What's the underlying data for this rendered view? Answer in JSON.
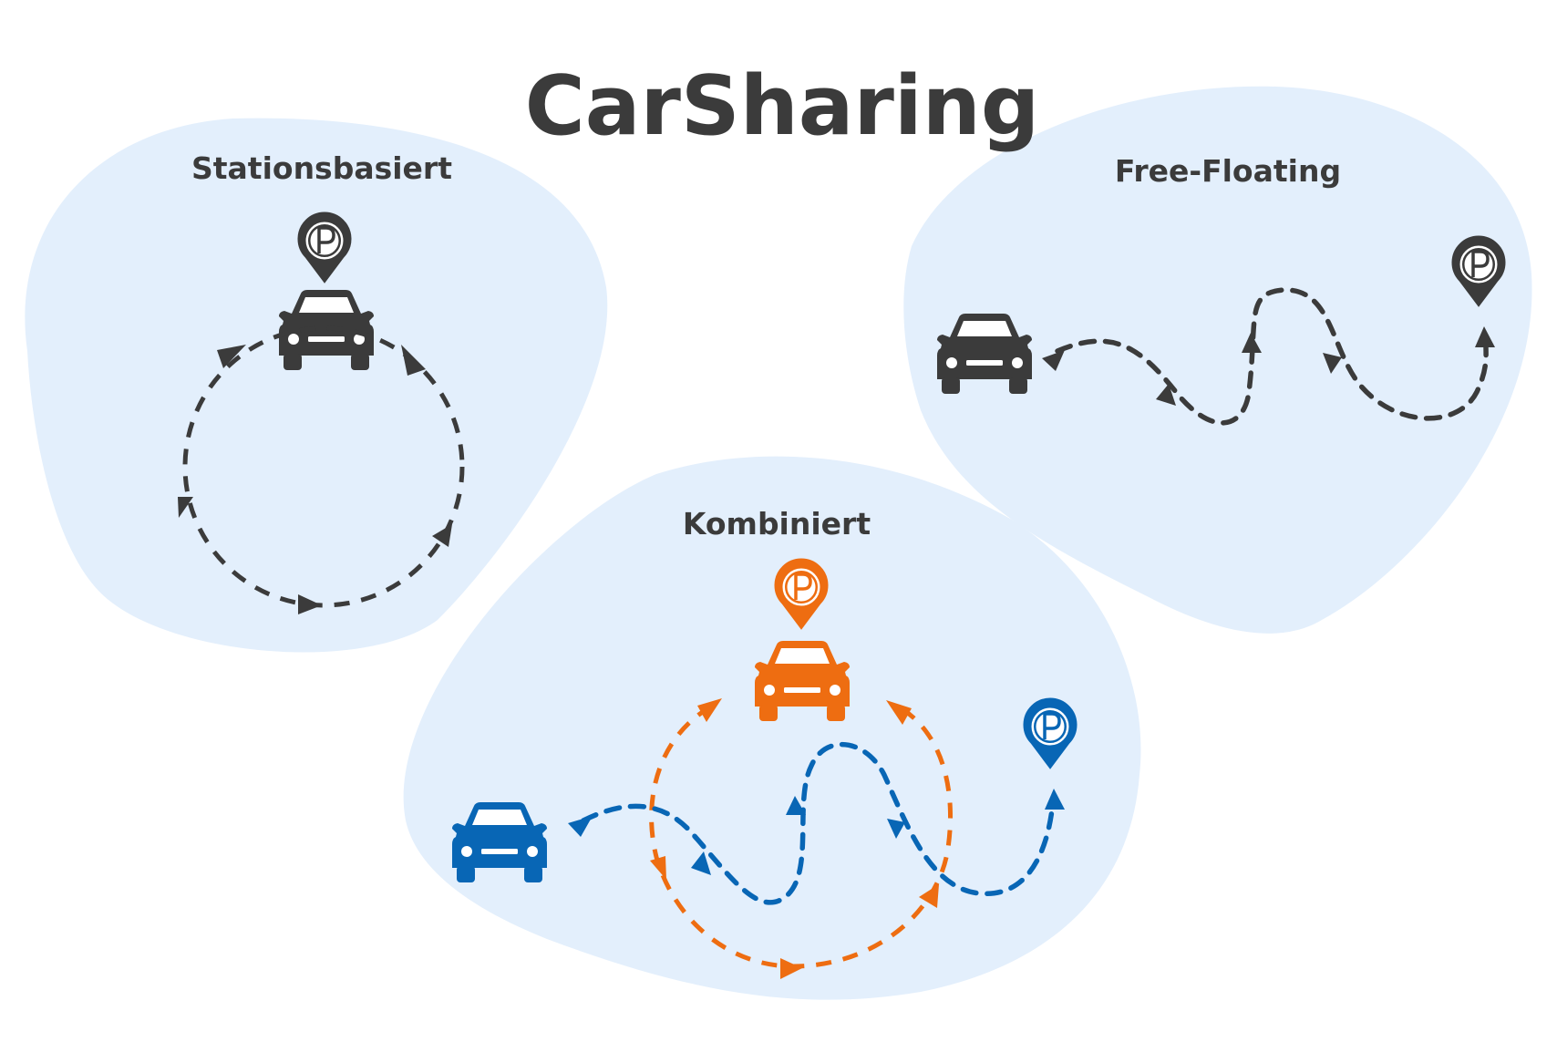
{
  "title": "CarSharing",
  "colors": {
    "background": "#ffffff",
    "blob": "#e3effc",
    "dark": "#3b3b3b",
    "orange": "#ee6d11",
    "blue": "#0866b5",
    "pin_symbol": "#ffffff"
  },
  "panels": {
    "stationsbasiert": {
      "label": "Stationsbasiert"
    },
    "free_floating": {
      "label": "Free-Floating"
    },
    "kombiniert": {
      "label": "Kombiniert"
    }
  },
  "pin": {
    "letter": "P"
  },
  "icons": [
    "parking-pin-icon",
    "car-icon",
    "arrowhead-icon"
  ]
}
